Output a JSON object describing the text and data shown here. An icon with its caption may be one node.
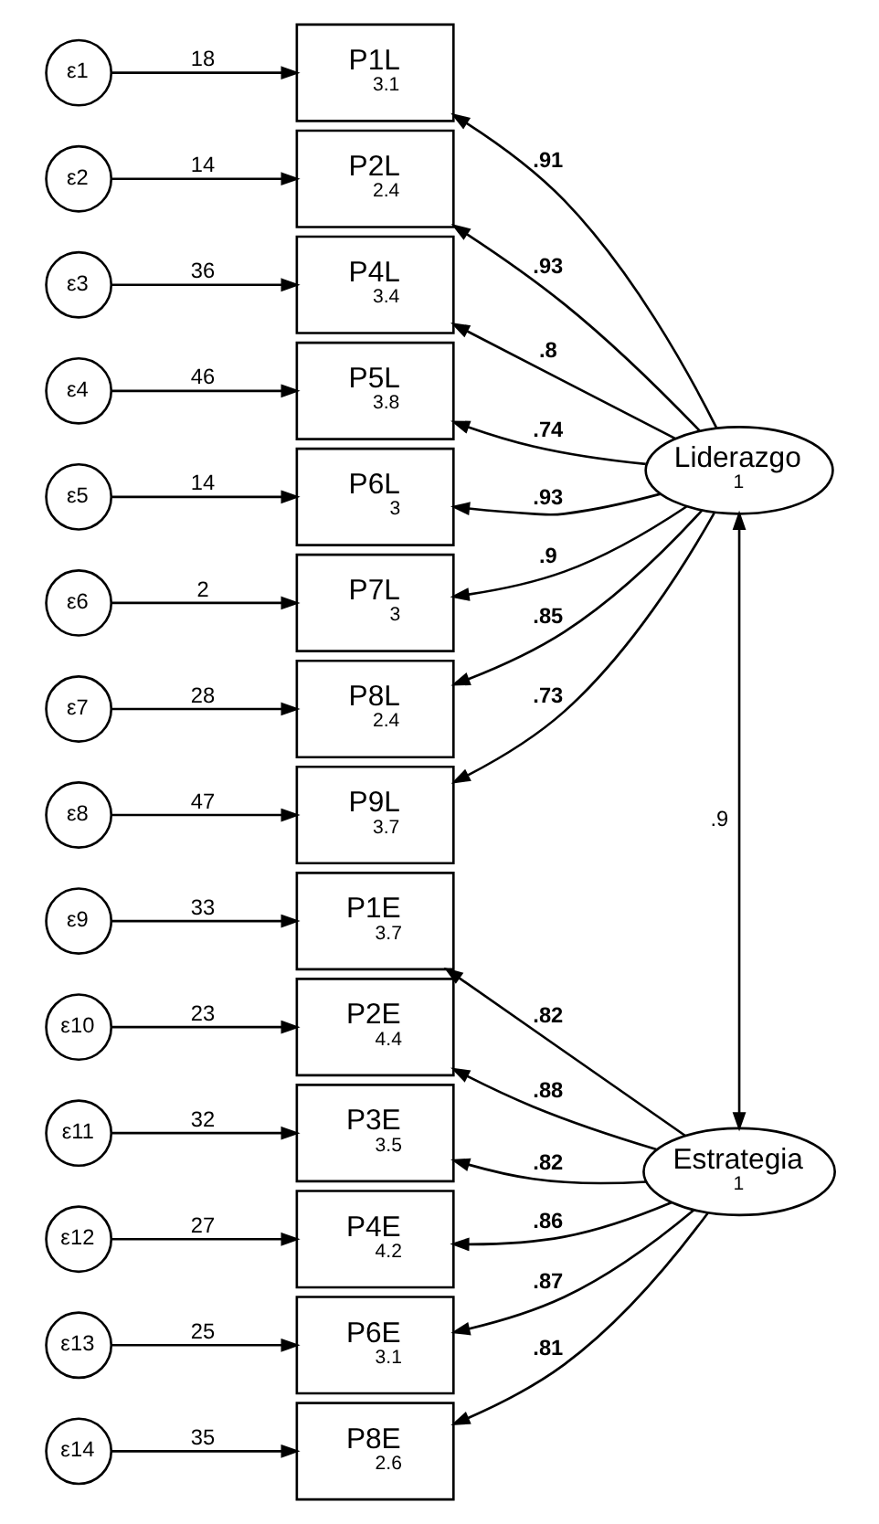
{
  "diagram": {
    "nodes": [
      {
        "text": [
          "ε1"
        ]
      },
      {
        "text": [
          "P1L",
          "3.1"
        ]
      },
      {
        "text": [
          "ε2"
        ]
      },
      {
        "text": [
          "P2L",
          "2.4"
        ]
      },
      {
        "text": [
          "ε3"
        ]
      },
      {
        "text": [
          "P4L",
          "3.4"
        ]
      },
      {
        "text": [
          "ε4"
        ]
      },
      {
        "text": [
          "P5L",
          "3.8"
        ]
      },
      {
        "text": [
          "ε5"
        ]
      },
      {
        "text": [
          "P6L",
          "3"
        ]
      },
      {
        "text": [
          "ε6"
        ]
      },
      {
        "text": [
          "P7L",
          "3"
        ]
      },
      {
        "text": [
          "ε7"
        ]
      },
      {
        "text": [
          "P8L",
          "2.4"
        ]
      },
      {
        "text": [
          "ε8"
        ]
      },
      {
        "text": [
          "P9L",
          "3.7"
        ]
      },
      {
        "text": [
          "ε9"
        ]
      },
      {
        "text": [
          "P1E",
          "3.7"
        ]
      },
      {
        "text": [
          "ε10"
        ]
      },
      {
        "text": [
          "P2E",
          "4.4"
        ]
      },
      {
        "text": [
          "ε11"
        ]
      },
      {
        "text": [
          "P3E",
          "3.5"
        ]
      },
      {
        "text": [
          "ε12"
        ]
      },
      {
        "text": [
          "P4E",
          "4.2"
        ]
      },
      {
        "text": [
          "ε13"
        ]
      },
      {
        "text": [
          "P6E",
          "3.1"
        ]
      },
      {
        "text": [
          "ε14"
        ]
      },
      {
        "text": [
          "P8E",
          "2.6"
        ]
      },
      {
        "text": [
          "Liderazgo",
          "1"
        ]
      },
      {
        "text": [
          "Estrategia",
          "1"
        ]
      }
    ],
    "edges": [
      {
        "from": 0,
        "to": 1,
        "arrow": "to",
        "label": "18"
      },
      {
        "from": 2,
        "to": 3,
        "arrow": "to",
        "label": "14"
      },
      {
        "from": 4,
        "to": 5,
        "arrow": "to",
        "label": "36"
      },
      {
        "from": 6,
        "to": 7,
        "arrow": "to",
        "label": "46"
      },
      {
        "from": 8,
        "to": 9,
        "arrow": "to",
        "label": "14"
      },
      {
        "from": 10,
        "to": 11,
        "arrow": "to",
        "label": "2"
      },
      {
        "from": 12,
        "to": 13,
        "arrow": "to",
        "label": "28"
      },
      {
        "from": 14,
        "to": 15,
        "arrow": "to",
        "label": "47"
      },
      {
        "from": 16,
        "to": 17,
        "arrow": "to",
        "label": "33"
      },
      {
        "from": 18,
        "to": 19,
        "arrow": "to",
        "label": "23"
      },
      {
        "from": 20,
        "to": 21,
        "arrow": "to",
        "label": "32"
      },
      {
        "from": 22,
        "to": 23,
        "arrow": "to",
        "label": "27"
      },
      {
        "from": 24,
        "to": 25,
        "arrow": "to",
        "label": "25"
      },
      {
        "from": 26,
        "to": 27,
        "arrow": "to",
        "label": "35"
      },
      {
        "from": 28,
        "to": 1,
        "arrow": "to",
        "label": ".91"
      },
      {
        "from": 28,
        "to": 3,
        "arrow": "to",
        "label": ".93"
      },
      {
        "from": 28,
        "to": 5,
        "arrow": "to",
        "label": ".8"
      },
      {
        "from": 28,
        "to": 7,
        "arrow": "to",
        "label": ".74"
      },
      {
        "from": 28,
        "to": 9,
        "arrow": "to",
        "label": ".93"
      },
      {
        "from": 28,
        "to": 11,
        "arrow": "to",
        "label": ".9"
      },
      {
        "from": 28,
        "to": 13,
        "arrow": "to",
        "label": ".85"
      },
      {
        "from": 28,
        "to": 15,
        "arrow": "to",
        "label": ".73"
      },
      {
        "from": 29,
        "to": 17,
        "arrow": "to",
        "label": ".82"
      },
      {
        "from": 29,
        "to": 19,
        "arrow": "to",
        "label": ".88"
      },
      {
        "from": 29,
        "to": 21,
        "arrow": "to",
        "label": ".82"
      },
      {
        "from": 29,
        "to": 23,
        "arrow": "to",
        "label": ".86"
      },
      {
        "from": 29,
        "to": 25,
        "arrow": "to",
        "label": ".87"
      },
      {
        "from": 29,
        "to": 27,
        "arrow": "to",
        "label": ".81"
      },
      {
        "from": 28,
        "to": 29,
        "arrow": "both",
        "label": ".9"
      }
    ]
  }
}
